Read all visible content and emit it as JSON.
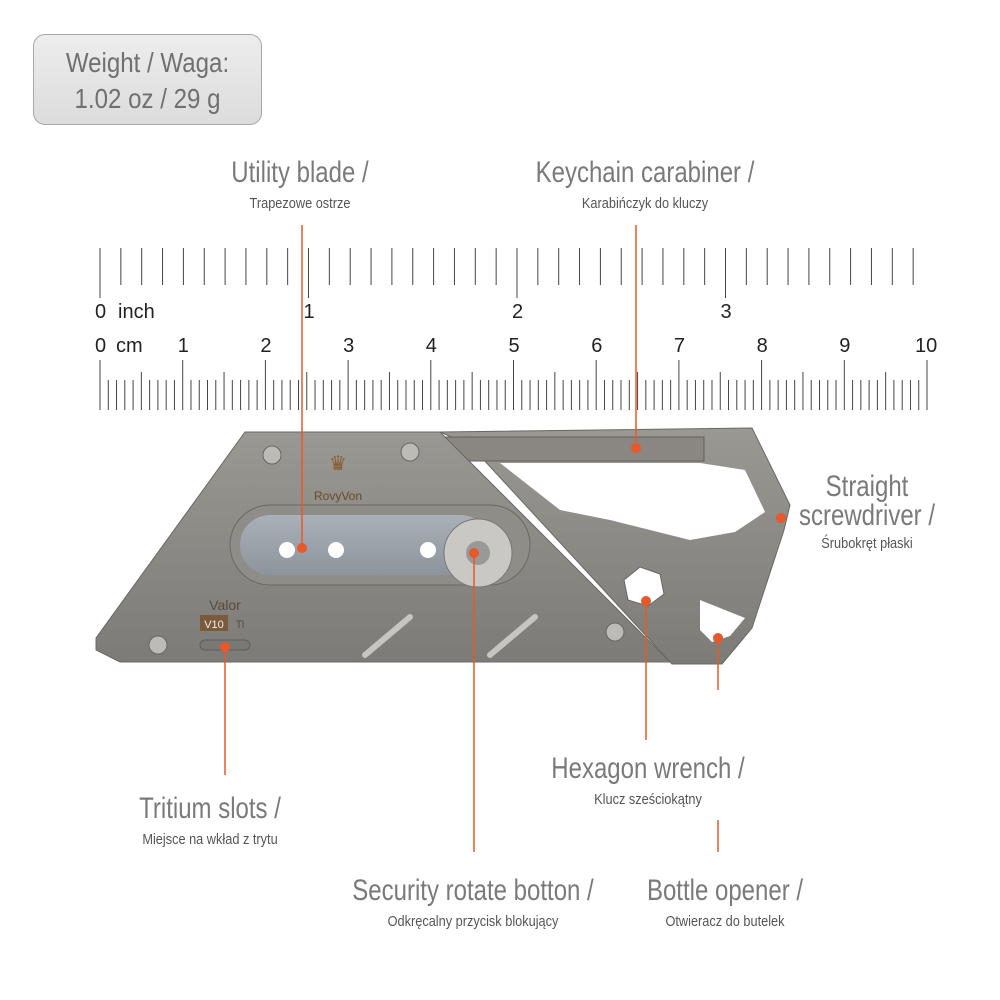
{
  "weight": {
    "line1": "Weight / Waga:",
    "line2": "1.02 oz / 29 g"
  },
  "ruler": {
    "inch_unit": "inch",
    "inch_labels": [
      "0",
      "1",
      "2",
      "3"
    ],
    "cm_unit": "cm",
    "cm_labels": [
      "0",
      "1",
      "2",
      "3",
      "4",
      "5",
      "6",
      "7",
      "8",
      "9",
      "10"
    ]
  },
  "product": {
    "brand": "RovyVon",
    "model": "Valor",
    "material_mark_1": "V10",
    "material_mark_2": "Ti"
  },
  "callouts": {
    "utility_blade": {
      "title": "Utility blade /",
      "subtitle": "Trapezowe ostrze"
    },
    "keychain": {
      "title": "Keychain carabiner  /",
      "subtitle": "Karabińczyk do kluczy"
    },
    "screwdriver": {
      "title1": "Straight",
      "title2": "screwdriver /",
      "subtitle": "Śrubokręt płaski"
    },
    "hexagon": {
      "title": "Hexagon wrench /",
      "subtitle": "Klucz sześciokątny"
    },
    "tritium": {
      "title": "Tritium slots /",
      "subtitle": "Miejsce na wkład z trytu"
    },
    "security": {
      "title": "Security rotate botton /",
      "subtitle": "Odkręcalny przycisk blokujący"
    },
    "bottle": {
      "title": "Bottle opener /",
      "subtitle": "Otwieracz do butelek"
    }
  },
  "colors": {
    "accent": "#e8582a",
    "text": "#707070",
    "metal": "#8e8c87"
  }
}
